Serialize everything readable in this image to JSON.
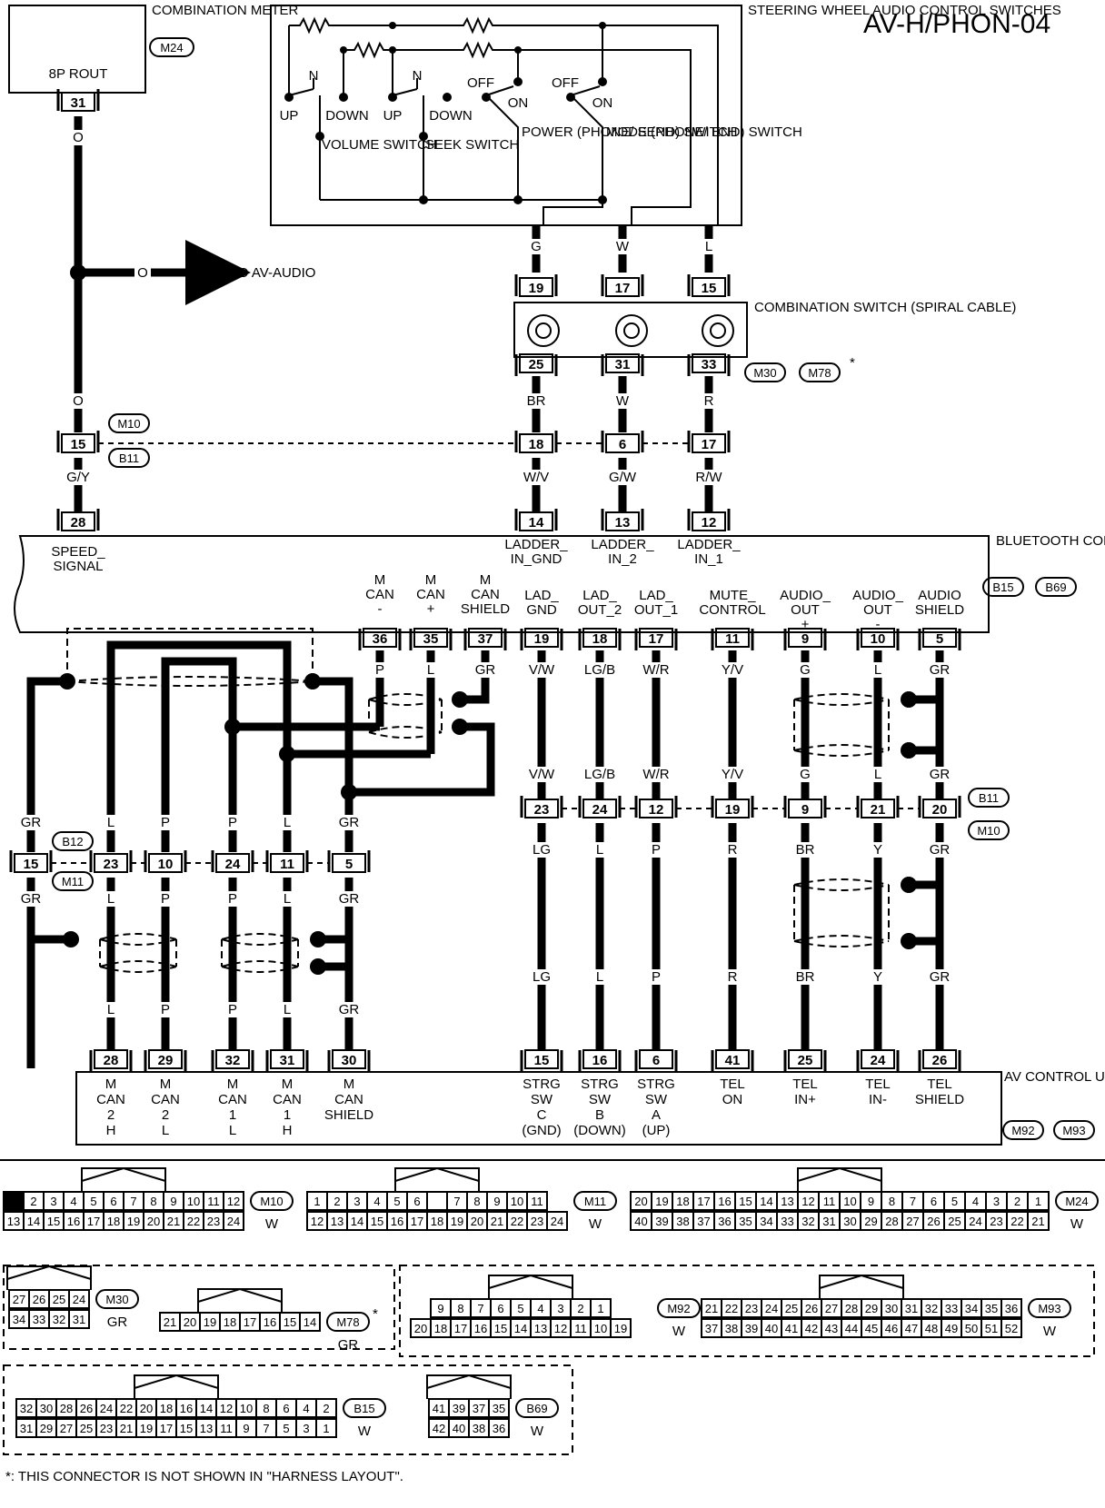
{
  "title": "AV-H/PHON-04",
  "footnote": "*: THIS CONNECTOR IS NOT SHOWN IN \"HARNESS LAYOUT\".",
  "combination_meter": {
    "name": "COMBINATION METER",
    "connector": "M24",
    "pin_label": "8P ROUT",
    "pin": "31",
    "wire": "O"
  },
  "to_av_audio": {
    "wire": "O",
    "label": "TO AV-AUDIO"
  },
  "steering_switches": {
    "name": "STEERING WHEEL AUDIO CONTROL SWITCHES",
    "volume": {
      "label": "VOLUME SWITCH",
      "n": "N",
      "up": "UP",
      "down": "DOWN"
    },
    "seek": {
      "label": "SEEK SWITCH",
      "n": "N",
      "up": "UP",
      "down": "DOWN"
    },
    "power": {
      "label": "POWER (PHONE/ SEND) SWITCH",
      "off": "OFF",
      "on": "ON"
    },
    "mode": {
      "label": "MODE (PHONE/ END) SWITCH",
      "off": "OFF",
      "on": "ON"
    }
  },
  "spiral": {
    "name": "COMBINATION SWITCH (SPIRAL CABLE)",
    "connectors": [
      "M30",
      "M78"
    ],
    "star": "*",
    "top_wires": [
      "G",
      "W",
      "L"
    ],
    "top_pins": [
      "19",
      "17",
      "15"
    ],
    "bottom_pins": [
      "25",
      "31",
      "33"
    ],
    "bottom_wires": [
      "BR",
      "W",
      "R"
    ]
  },
  "jc1": {
    "connectors": [
      "M10",
      "B11"
    ],
    "meter_wire_in": "O",
    "pins": [
      "15",
      "18",
      "6",
      "17"
    ],
    "wires_out": [
      "G/Y",
      "W/V",
      "G/W",
      "R/W"
    ]
  },
  "btu": {
    "name": "BLUETOOTH CONTROL UNIT",
    "connectors": [
      "B15",
      "B69"
    ],
    "top_pins": [
      "28",
      "14",
      "13",
      "12"
    ],
    "top_labels": [
      "SPEED_ SIGNAL",
      "LADDER_ IN_GND",
      "LADDER_ IN_2",
      "LADDER_ IN_1"
    ],
    "bottom_pins": [
      "36",
      "35",
      "37",
      "19",
      "18",
      "17",
      "11",
      "9",
      "10",
      "5"
    ],
    "bottom_labels": [
      "M CAN -",
      "M CAN +",
      "M CAN SHIELD",
      "LAD_ GND",
      "LAD_ OUT_2",
      "LAD_ OUT_1",
      "MUTE_ CONTROL",
      "AUDIO_ OUT +",
      "AUDIO_ OUT -",
      "AUDIO SHIELD"
    ],
    "bottom_wires": [
      "P",
      "L",
      "GR",
      "V/W",
      "LG/B",
      "W/R",
      "Y/V",
      "G",
      "L",
      "GR"
    ]
  },
  "jc2": {
    "connectors": [
      "B11",
      "M10"
    ],
    "wires_in": [
      "V/W",
      "LG/B",
      "W/R",
      "Y/V",
      "G",
      "L",
      "GR"
    ],
    "pins": [
      "23",
      "24",
      "12",
      "19",
      "9",
      "21",
      "20"
    ],
    "wires_out": [
      "LG",
      "L",
      "P",
      "R",
      "BR",
      "Y",
      "GR"
    ]
  },
  "jc3": {
    "connectors": [
      "B12",
      "M11"
    ],
    "wires_in": [
      "GR",
      "L",
      "P",
      "P",
      "L",
      "GR"
    ],
    "pins": [
      "15",
      "23",
      "10",
      "24",
      "11",
      "5"
    ],
    "wires_out": [
      "GR",
      "L",
      "P",
      "P",
      "L",
      "GR"
    ]
  },
  "avcu": {
    "name": "AV CONTROL UNIT",
    "connectors": [
      "M92",
      "M93"
    ],
    "wires_in": [
      "L",
      "P",
      "P",
      "L",
      "GR",
      "LG",
      "L",
      "P",
      "R",
      "BR",
      "Y",
      "GR"
    ],
    "pins": [
      "28",
      "29",
      "32",
      "31",
      "30",
      "15",
      "16",
      "6",
      "41",
      "25",
      "24",
      "26"
    ],
    "labels": [
      "M CAN 2 H",
      "M CAN 2 L",
      "M CAN 1 L",
      "M CAN 1 H",
      "M CAN SHIELD",
      "STRG SW C (GND)",
      "STRG SW B (DOWN)",
      "STRG SW A (UP)",
      "TEL ON",
      "TEL IN+",
      "TEL IN-",
      "TEL SHIELD"
    ]
  },
  "faces": [
    {
      "id": "M10",
      "color": "W",
      "rows": [
        [
          "1",
          "2",
          "3",
          "4",
          "5",
          "6",
          "7",
          "8",
          "9",
          "10",
          "11",
          "12"
        ],
        [
          "13",
          "14",
          "15",
          "16",
          "17",
          "18",
          "19",
          "20",
          "21",
          "22",
          "23",
          "24"
        ]
      ]
    },
    {
      "id": "M11",
      "color": "W",
      "rows": [
        [
          "1",
          "2",
          "3",
          "4",
          "5",
          "6",
          "",
          "7",
          "8",
          "9",
          "10",
          "11"
        ],
        [
          "12",
          "13",
          "14",
          "15",
          "16",
          "17",
          "18",
          "19",
          "20",
          "21",
          "22",
          "23",
          "24"
        ]
      ]
    },
    {
      "id": "M24",
      "color": "W",
      "rows": [
        [
          "20",
          "19",
          "18",
          "17",
          "16",
          "15",
          "14",
          "13",
          "12",
          "11",
          "10",
          "9",
          "8",
          "7",
          "6",
          "5",
          "4",
          "3",
          "2",
          "1"
        ],
        [
          "40",
          "39",
          "38",
          "37",
          "36",
          "35",
          "34",
          "33",
          "32",
          "31",
          "30",
          "29",
          "28",
          "27",
          "26",
          "25",
          "24",
          "23",
          "22",
          "21"
        ]
      ]
    },
    {
      "id": "M30",
      "color": "GR",
      "rows": [
        [
          "27",
          "26",
          "25",
          "24"
        ],
        [
          "34",
          "33",
          "32",
          "31"
        ]
      ]
    },
    {
      "id": "M78",
      "color": "GR",
      "star": "*",
      "rows": [
        [
          "21",
          "20",
          "19",
          "18",
          "17",
          "16",
          "15",
          "14"
        ]
      ]
    },
    {
      "id": "M92",
      "color": "W",
      "rows": [
        [
          "9",
          "8",
          "7",
          "6",
          "5",
          "4",
          "3",
          "2",
          "1"
        ],
        [
          "20",
          "18",
          "17",
          "16",
          "15",
          "14",
          "13",
          "12",
          "11",
          "10",
          "19"
        ]
      ]
    },
    {
      "id": "M93",
      "color": "W",
      "rows": [
        [
          "21",
          "22",
          "23",
          "24",
          "25",
          "26",
          "27",
          "28",
          "29",
          "30",
          "31",
          "32",
          "33",
          "34",
          "35",
          "36"
        ],
        [
          "37",
          "38",
          "39",
          "40",
          "41",
          "42",
          "43",
          "44",
          "45",
          "46",
          "47",
          "48",
          "49",
          "50",
          "51",
          "52"
        ]
      ]
    },
    {
      "id": "B15",
      "color": "W",
      "rows": [
        [
          "32",
          "30",
          "28",
          "26",
          "24",
          "22",
          "20",
          "18",
          "16",
          "14",
          "12",
          "10",
          "8",
          "6",
          "4",
          "2"
        ],
        [
          "31",
          "29",
          "27",
          "25",
          "23",
          "21",
          "19",
          "17",
          "15",
          "13",
          "11",
          "9",
          "7",
          "5",
          "3",
          "1"
        ]
      ]
    },
    {
      "id": "B69",
      "color": "W",
      "rows": [
        [
          "41",
          "39",
          "37",
          "35"
        ],
        [
          "42",
          "40",
          "38",
          "36"
        ]
      ]
    }
  ]
}
